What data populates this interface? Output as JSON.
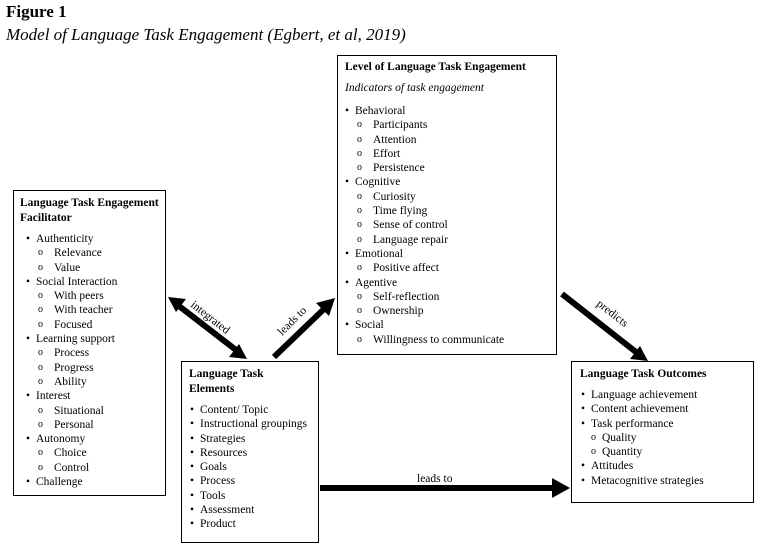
{
  "figure": {
    "label": "Figure 1",
    "caption": "Model of Language Task Engagement (Egbert, et al, 2019)"
  },
  "facilitator": {
    "title": "Language Task Engagement Facilitator",
    "items": [
      {
        "label": "Authenticity",
        "sub": [
          "Relevance",
          "Value"
        ]
      },
      {
        "label": "Social Interaction",
        "sub": [
          "With peers",
          "With teacher",
          "Focused"
        ]
      },
      {
        "label": "Learning support",
        "sub": [
          "Process",
          "Progress",
          "Ability"
        ]
      },
      {
        "label": "Interest",
        "sub": [
          "Situational",
          "Personal"
        ]
      },
      {
        "label": "Autonomy",
        "sub": [
          "Choice",
          "Control"
        ]
      },
      {
        "label": "Challenge",
        "sub": []
      }
    ]
  },
  "engagement": {
    "title": "Level of Language Task Engagement",
    "subtitle": "Indicators of task engagement",
    "items": [
      {
        "label": "Behavioral",
        "sub": [
          "Participants",
          "Attention",
          "Effort",
          "Persistence"
        ]
      },
      {
        "label": "Cognitive",
        "sub": [
          "Curiosity",
          "Time flying",
          "Sense of control",
          "Language repair"
        ]
      },
      {
        "label": "Emotional",
        "sub": [
          "Positive affect"
        ]
      },
      {
        "label": "Agentive",
        "sub": [
          "Self-reflection",
          "Ownership"
        ]
      },
      {
        "label": "Social",
        "sub": [
          "Willingness to communicate"
        ]
      }
    ]
  },
  "elements": {
    "title": "Language Task Elements",
    "items": [
      "Content/ Topic",
      "Instructional groupings",
      "Strategies",
      "Resources",
      "Goals",
      "Process",
      "Tools",
      "Assessment",
      "Product"
    ]
  },
  "outcomes": {
    "title": "Language Task Outcomes",
    "items": [
      {
        "label": "Language achievement",
        "sub": []
      },
      {
        "label": "Content achievement",
        "sub": []
      },
      {
        "label": "Task performance",
        "sub": [
          "Quality",
          "Quantity"
        ]
      },
      {
        "label": "Attitudes",
        "sub": []
      },
      {
        "label": "Metacognitive strategies",
        "sub": []
      }
    ]
  },
  "arrows": {
    "integrated": "integrated",
    "leads_to_up": "leads to",
    "predicts": "predicts",
    "leads_to_right": "leads to"
  }
}
